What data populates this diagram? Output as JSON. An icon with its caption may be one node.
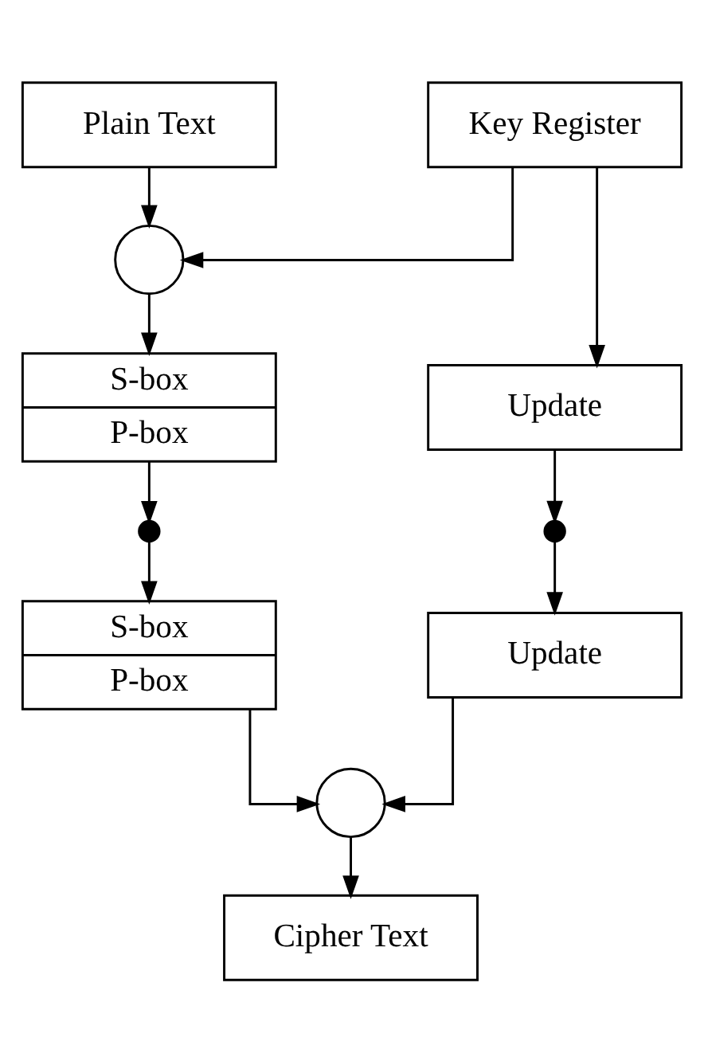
{
  "diagram": {
    "nodes": [
      {
        "text": [
          "Plain Text"
        ]
      },
      {
        "text": [
          "Key Register"
        ]
      },
      {
        "text": [],
        "shape": "circle"
      },
      {
        "text": [
          "S-box",
          "P-box"
        ]
      },
      {
        "text": [
          "Update"
        ]
      },
      {
        "text": [],
        "shape": "dots"
      },
      {
        "text": [],
        "shape": "dots"
      },
      {
        "text": [
          "S-box",
          "P-box"
        ]
      },
      {
        "text": [
          "Update"
        ]
      },
      {
        "text": [],
        "shape": "circle"
      },
      {
        "text": [
          "Cipher Text"
        ]
      }
    ],
    "edges": [
      {
        "from": 0,
        "to": 2,
        "arrow": "to"
      },
      {
        "from": 1,
        "to": 2,
        "arrow": "to"
      },
      {
        "from": 2,
        "to": 3,
        "arrow": "to"
      },
      {
        "from": 1,
        "to": 4,
        "arrow": "to"
      },
      {
        "from": 3,
        "to": 5,
        "arrow": "to"
      },
      {
        "from": 4,
        "to": 6,
        "arrow": "to"
      },
      {
        "from": 5,
        "to": 7,
        "arrow": "to"
      },
      {
        "from": 6,
        "to": 8,
        "arrow": "to"
      },
      {
        "from": 7,
        "to": 9,
        "arrow": "to"
      },
      {
        "from": 8,
        "to": 9,
        "arrow": "to"
      },
      {
        "from": 9,
        "to": 10,
        "arrow": "to"
      }
    ]
  }
}
